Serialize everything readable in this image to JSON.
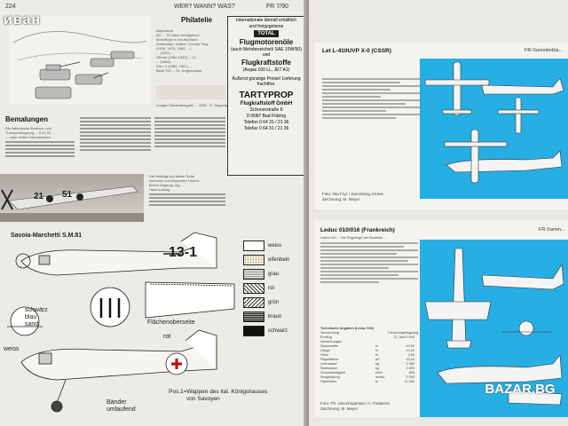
{
  "watermark_top": "иван",
  "left_page": {
    "page_number": "224",
    "header": "WER? WANN? WAS?",
    "issue": "FR 7/90",
    "philatelie": {
      "title": "Philatelie",
      "lines": [
        "Bayerisbot",
        "55: ... 75 Jahre erfolgreiche",
        "Motorflüge in Deutschland",
        "Sambodan: Kaffee / Condor Flug",
        "(1928, 1978, 1982, ...)",
        "... (1931) ...",
        "Ohmte (1984-1990) ... 21",
        "... (1988)",
        "Gen. 2 (1984, 1987) ...",
        "Bladl 700 ... St. Gegenmarke"
      ],
      "footer_left": "Kongre Sonderausgabe ... 1990",
      "footer_right": "H. Degenig"
    },
    "ad": {
      "line1": "Internationale überall erhältlich",
      "line2": "und freigegebene",
      "brand": "TOTAL",
      "product1": "Flugmotorenöle",
      "product1_note": "(auch Mehrbereichsöl SAE 15W/50) und",
      "product2": "Flugkraftstoffe",
      "product2_note": "(Avgas 100 LL, JET A1)",
      "offer": "Äußerst günstige Preise! Lieferung frachtfrei.",
      "company": "TARTYPROP",
      "company_sub": "Flugkraftstoff GmbH",
      "address1": "Schonerstraße 8",
      "address2": "D-8087 Bad Fölzing",
      "phone": "Telefon 0 64 31 / 21 36",
      "fax": "Telefax 0 64 31 / 21 36"
    },
    "bemalungen": {
      "title": "Bemalungen",
      "lines": [
        "Die italienische Bomben- und",
        "Transportflugzeug ... S.M. 81 ...",
        "... unter vielen Farbvarianten ..."
      ]
    },
    "notice_lines": [
      "Die Beiträge auf dieser Seite",
      "stammen von folgenden Lesern:",
      "Bernd Degenig, Ing. ...",
      "Hans-Ludwig, ..."
    ],
    "plane_markings": [
      "21",
      "51"
    ],
    "drawing_title": "Savoia-Marchetti S.M.81",
    "fuselage_code": "13-1",
    "labels": {
      "schwarz_blau_sand": [
        "schwärz",
        "blau",
        "sand"
      ],
      "weiss": "weiss",
      "rot": "rot",
      "flaechen": "Flächenoberseite",
      "baender": [
        "Bänder",
        "umlaufend"
      ],
      "wappen": [
        "Pos.1=Wappen des ital. Königshauses",
        "von Savoyen"
      ]
    },
    "legend": [
      {
        "label": "weiss",
        "color": "#ffffff",
        "pattern": "none"
      },
      {
        "label": "elfenbein",
        "color": "#f2ecd6",
        "pattern": "dots"
      },
      {
        "label": "grau",
        "color": "#d8d8d8",
        "pattern": "fine"
      },
      {
        "label": "rot",
        "color": "#ffffff",
        "pattern": "diag"
      },
      {
        "label": "grün",
        "color": "#ffffff",
        "pattern": "cross"
      },
      {
        "label": "braun",
        "color": "#ffffff",
        "pattern": "dense"
      },
      {
        "label": "schwarz",
        "color": "#111111",
        "pattern": "none"
      }
    ]
  },
  "right_page": {
    "card1": {
      "title": "Let L-410UVP X-0 (CSSR)",
      "tag": "FR-Sammlerbla...",
      "caption": [
        "Foto: Ota Fryc / Sammlung Grünw.",
        "Zeichnung: M. Meyer"
      ]
    },
    "card2": {
      "title": "Leduc 010/016 (Frankreich)",
      "tag": "FR-Samm...",
      "intro": "Leduc 010 ... Die Flugzeuge der Baureihe ...",
      "specs_title": "Technische Angaben (Leduc 016)",
      "specs": [
        {
          "k": "Verwendung",
          "u": "",
          "v": "Forschungsflugzeug"
        },
        {
          "k": "Erstflug",
          "u": "",
          "v": "21. April 1949"
        },
        {
          "k": "Abmessungen",
          "u": "",
          "v": ""
        },
        {
          "k": "Spannweite",
          "u": "m",
          "v": "10,52"
        },
        {
          "k": "Länge",
          "u": "m",
          "v": "10,20"
        },
        {
          "k": "Höhe",
          "u": "m",
          "v": "3,55"
        },
        {
          "k": "Flügelfläche",
          "u": "m²",
          "v": "16,00"
        },
        {
          "k": "Leermasse",
          "u": "kg",
          "v": "1 950"
        },
        {
          "k": "Startmasse",
          "u": "kg",
          "v": "2 800"
        },
        {
          "k": "Geschwindigkeit",
          "u": "km/h",
          "v": "800"
        },
        {
          "k": "Steigleistung",
          "u": "m/min",
          "v": "2 400"
        },
        {
          "k": "Gipfelhöhe",
          "u": "m",
          "v": "11 000"
        }
      ],
      "caption": [
        "Foto: Ph. Ursochugentan / A. Pastierrei",
        "Zeichnung: M. Meyer"
      ]
    }
  },
  "watermark_bottom": "BAZAR.BG"
}
